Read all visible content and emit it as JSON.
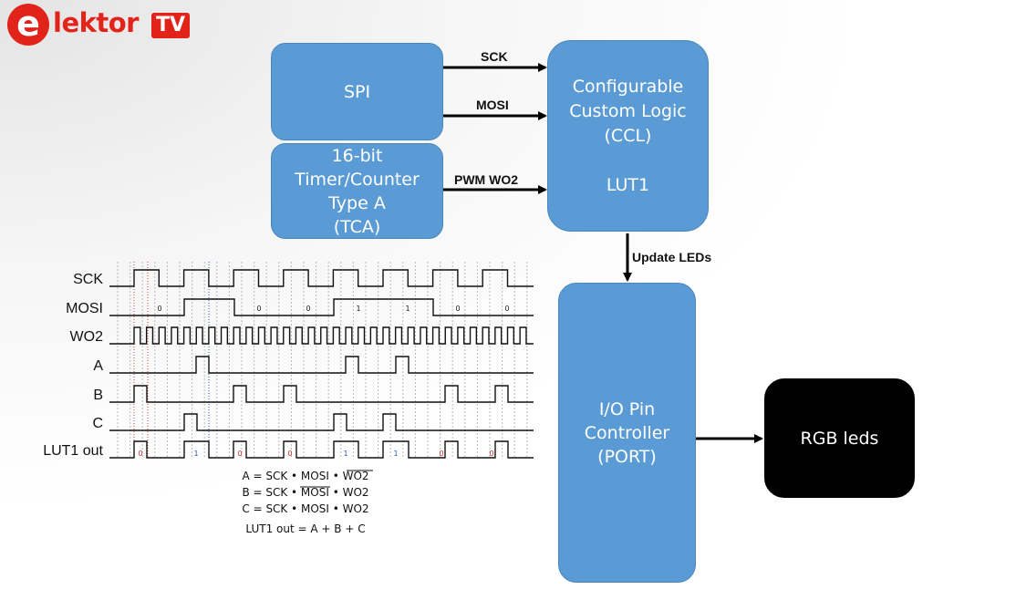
{
  "logo": {
    "letter": "e",
    "text": "lektor",
    "tv": "TV"
  },
  "blocks": {
    "spi": "SPI",
    "tca": "16-bit\nTimer/Counter\nType A\n(TCA)",
    "ccl": "Configurable\nCustom Logic\n(CCL)\n\nLUT1",
    "port": "I/O Pin\nController\n(PORT)",
    "rgb": "RGB leds"
  },
  "connections": {
    "sck": "SCK",
    "mosi": "MOSI",
    "pwm": "PWM WO2",
    "update": "Update LEDs"
  },
  "timing": {
    "signals": [
      "SCK",
      "MOSI",
      "WO2",
      "A",
      "B",
      "C",
      "LUT1 out"
    ],
    "mosi_bits": [
      "0",
      "0",
      "0",
      "1",
      "1",
      "0",
      "0"
    ],
    "lut_bits": [
      "0",
      "1",
      "0",
      "0",
      "1",
      "1",
      "0",
      "0"
    ]
  },
  "formulas": {
    "a": "A = SCK • MOSI • WO2",
    "b": "B = SCK • MOSI • WO2",
    "c": "C = SCK • MOSI • WO2",
    "out": "LUT1 out = A + B + C"
  }
}
